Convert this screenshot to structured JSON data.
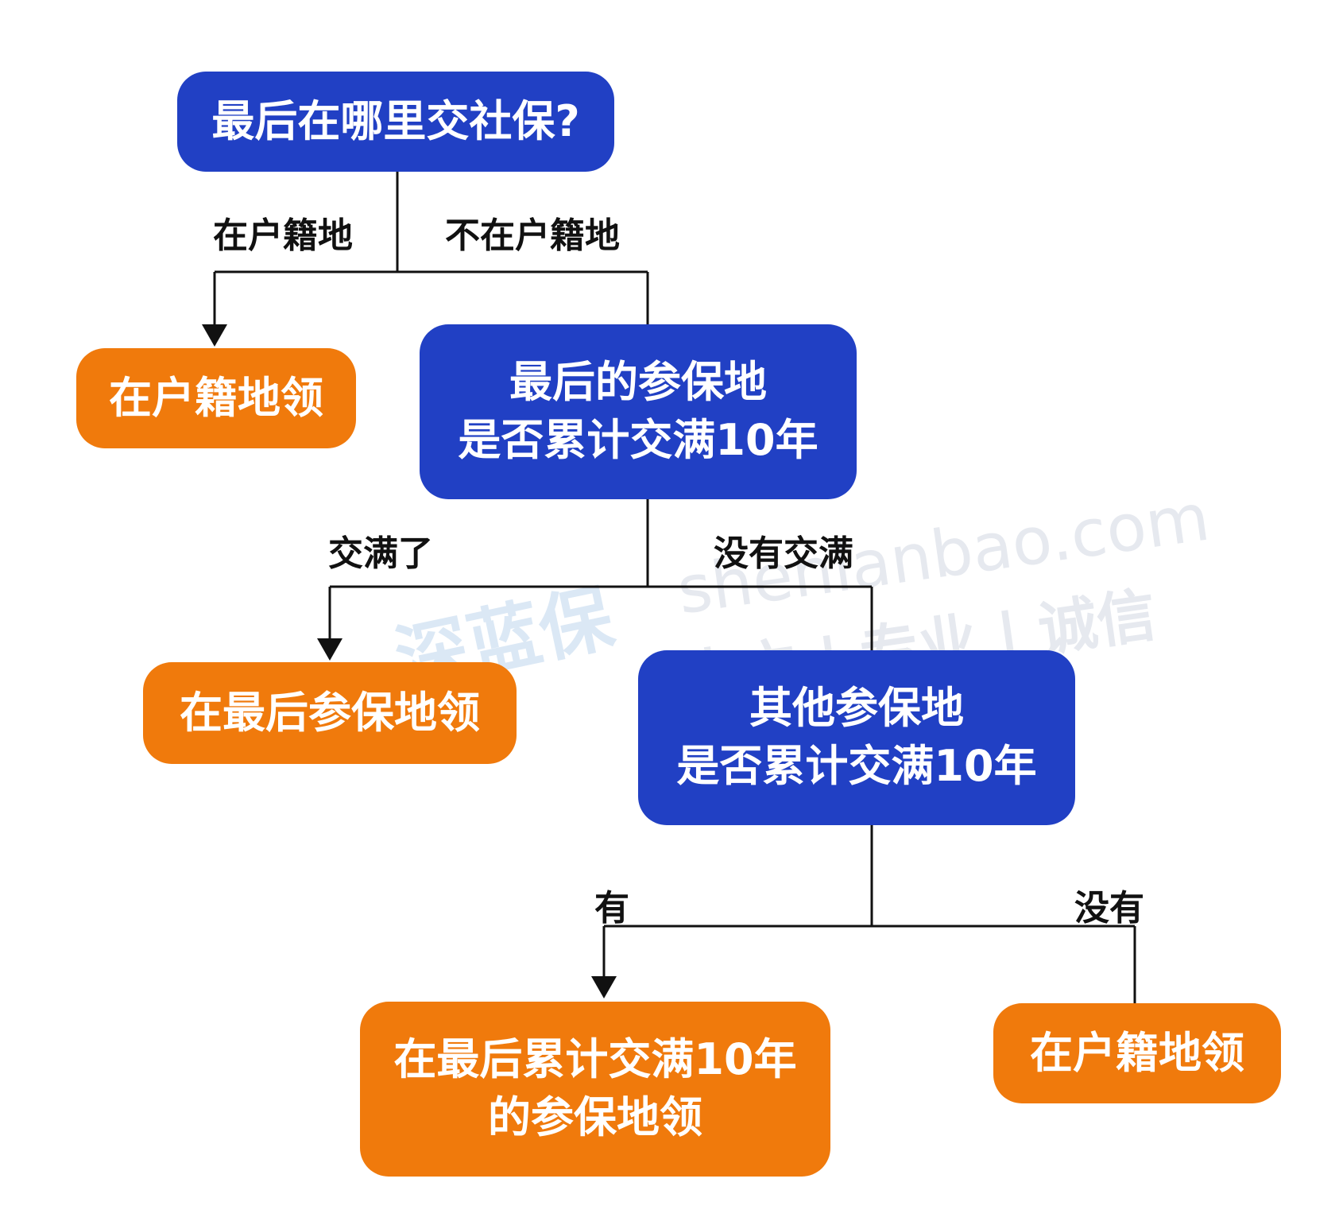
{
  "nodes": {
    "q1": "最后在哪里交社保?",
    "a1": "在户籍地领",
    "q2_line1": "最后的参保地",
    "q2_line2": "是否累计交满10年",
    "a2": "在最后参保地领",
    "q3_line1": "其他参保地",
    "q3_line2": "是否累计交满10年",
    "a3_line1": "在最后累计交满10年",
    "a3_line2": "的参保地领",
    "a4": "在户籍地领"
  },
  "edges": {
    "e1": "在户籍地",
    "e2": "不在户籍地",
    "e3": "交满了",
    "e4": "没有交满",
    "e5": "有",
    "e6": "没有"
  },
  "watermark": {
    "logo_text": "深蓝保",
    "domain": "shenlanbao.com",
    "tagline": "中立 | 专业 | 诚信"
  },
  "colors": {
    "question": "#2140c4",
    "answer": "#f07a0c",
    "line": "#111111",
    "watermark": "#e3e8f0"
  }
}
